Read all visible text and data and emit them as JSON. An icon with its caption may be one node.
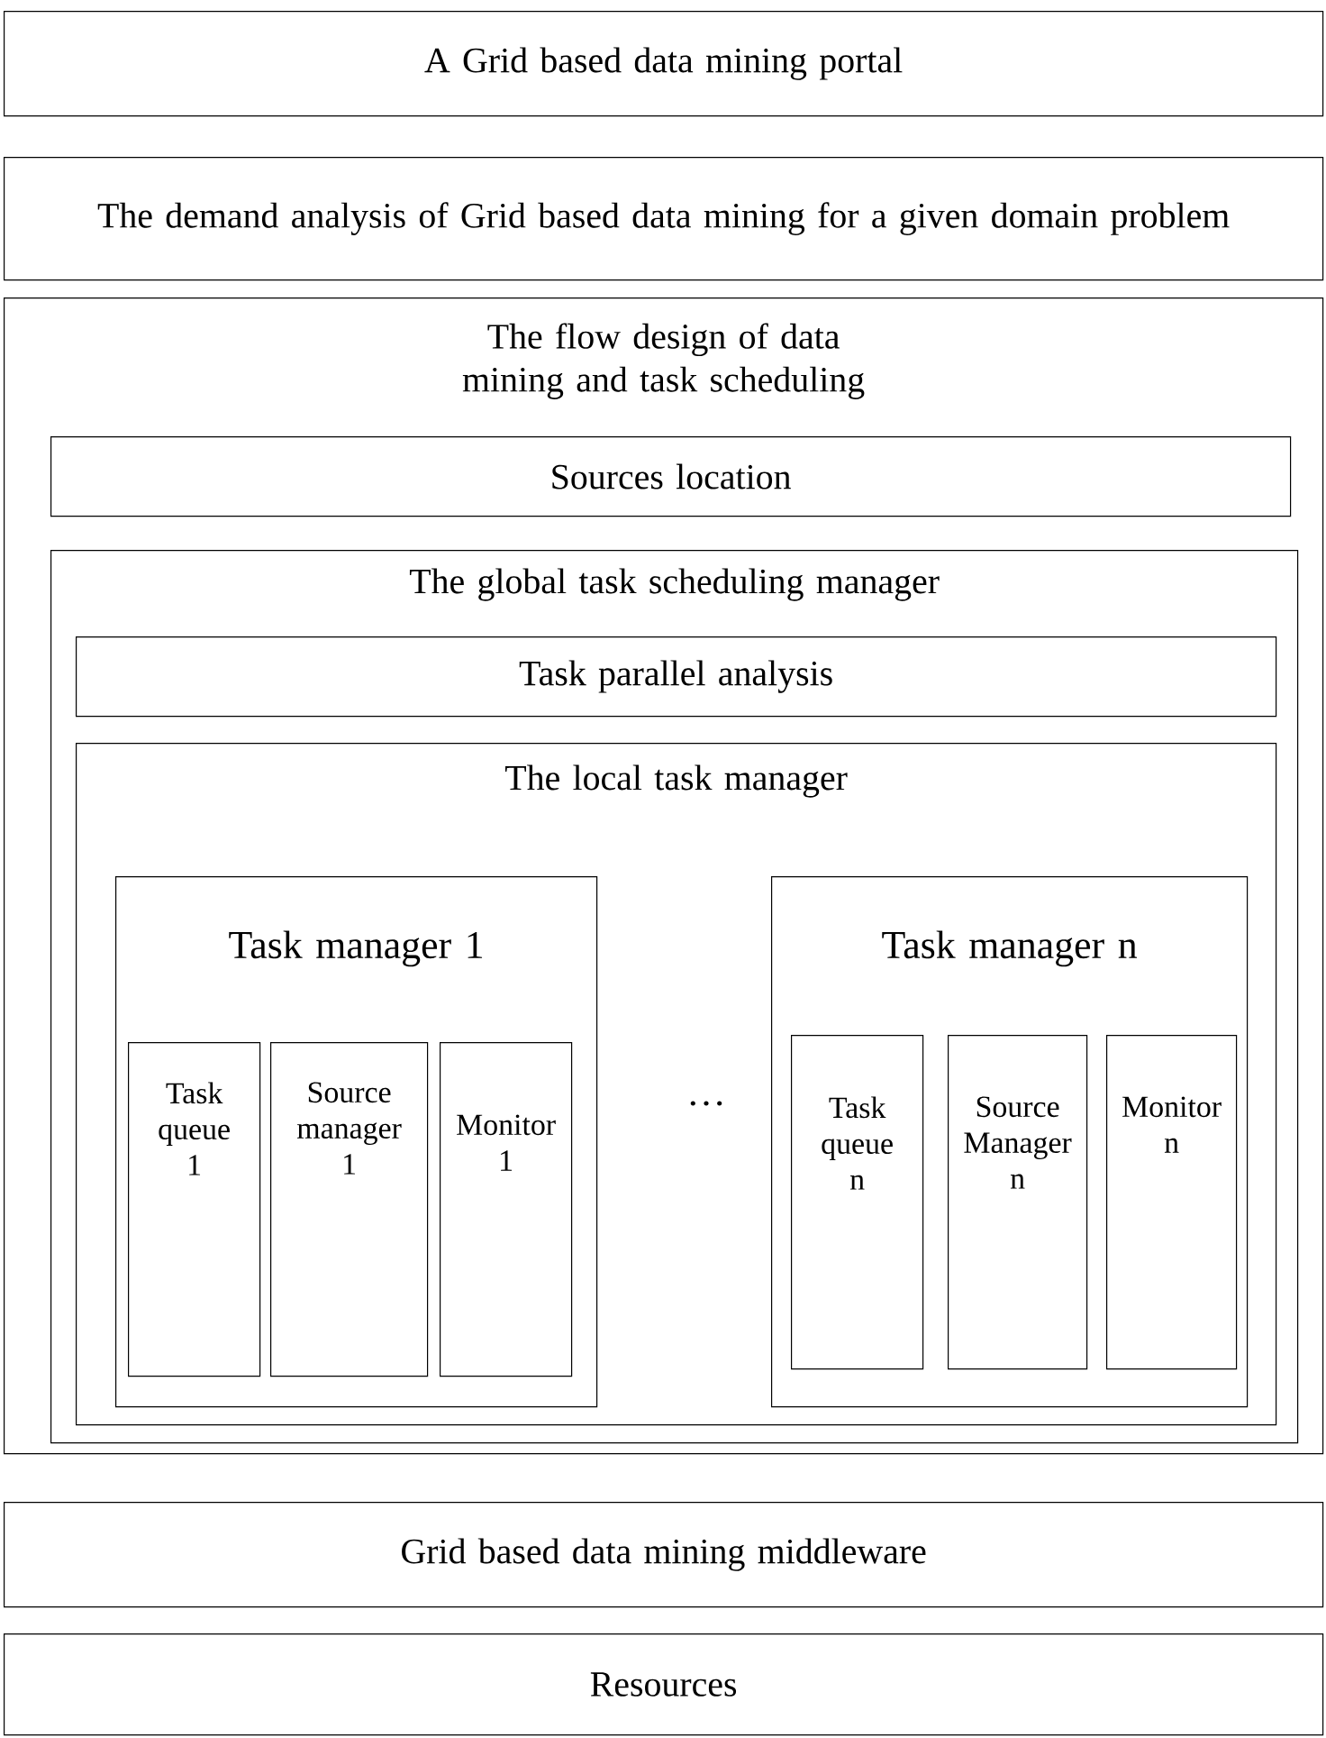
{
  "diagram": {
    "nodes": [
      {
        "text": [
          "A Grid based data mining portal"
        ]
      },
      {
        "text": [
          "The demand analysis of Grid based data mining for a given domain problem"
        ]
      },
      {
        "text": [
          "The flow design of data mining and task scheduling"
        ]
      },
      {
        "text": [
          "Sources location"
        ],
        "in": 2
      },
      {
        "text": [
          "The global task scheduling manager"
        ],
        "in": 2
      },
      {
        "text": [
          "Task parallel analysis"
        ],
        "in": 4
      },
      {
        "text": [
          "The local task manager"
        ],
        "in": 4
      },
      {
        "text": [
          "Task manager 1"
        ],
        "in": 6
      },
      {
        "text": [
          "Task queue 1"
        ],
        "in": 7
      },
      {
        "text": [
          "Source manager 1"
        ],
        "in": 7
      },
      {
        "text": [
          "Monitor 1"
        ],
        "in": 7
      },
      {
        "text": [
          "Task manager n"
        ],
        "in": 6
      },
      {
        "text": [
          "Task queue n"
        ],
        "in": 11
      },
      {
        "text": [
          "Source Manager n"
        ],
        "in": 11
      },
      {
        "text": [
          "Monitor n"
        ],
        "in": 11
      },
      {
        "text": [
          "Grid based data mining middleware"
        ]
      },
      {
        "text": [
          "Resources"
        ]
      }
    ],
    "labels": [
      "…"
    ]
  }
}
